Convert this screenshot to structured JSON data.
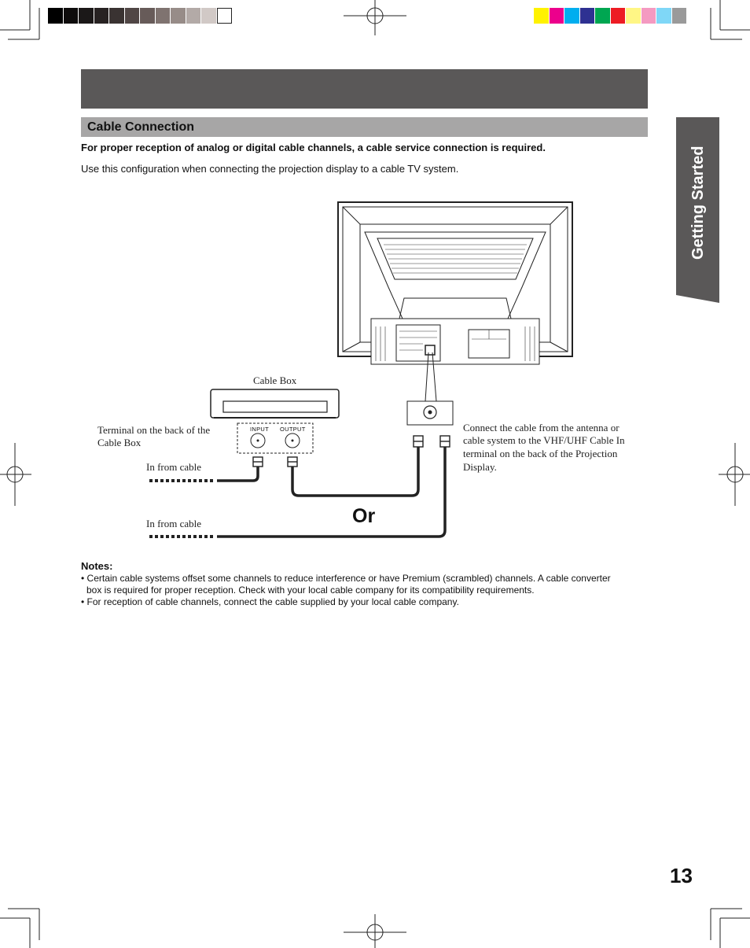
{
  "color_bar": {
    "gray_swatches": [
      "#000000",
      "#0e0c0c",
      "#1b1818",
      "#272222",
      "#3a3332",
      "#504645",
      "#675b59",
      "#7f7370",
      "#978c88",
      "#b3aaa7",
      "#d1c9c6",
      "#ffffff"
    ],
    "color_swatches": [
      "#fff200",
      "#ec008c",
      "#00aeef",
      "#2e3192",
      "#00a651",
      "#ed1c24",
      "#fff685",
      "#f49ac1",
      "#7fd7f7",
      "#9a9a9a"
    ]
  },
  "section": {
    "title": "Cable Connection"
  },
  "intro": {
    "lead": "For proper reception of analog or digital cable channels, a cable service connection is required.",
    "description": "Use this configuration when connecting the projection display to a cable TV system."
  },
  "side_tab": {
    "label": "Getting Started",
    "color": "#5a5858"
  },
  "diagram": {
    "cable_box_label": "Cable Box",
    "terminal_label_line1": "Terminal on the back of the",
    "terminal_label_line2": "Cable Box",
    "input_label": "INPUT",
    "output_label": "OUTPUT",
    "in_from_cable_1": "In from cable",
    "in_from_cable_2": "In from cable",
    "or_label": "Or",
    "connect_line1": "Connect the cable from the antenna or",
    "connect_line2": "cable system to the VHF/UHF Cable In",
    "connect_line3": "terminal on the back of the Projection",
    "connect_line4": "Display."
  },
  "notes": {
    "heading": "Notes:",
    "note1_line1": "• Certain cable systems offset some channels to reduce interference or have Premium (scrambled) channels. A cable converter",
    "note1_line2": "box is required for proper reception. Check with your local cable company for its compatibility requirements.",
    "note2": "• For reception of cable channels, connect the cable supplied by your local cable company."
  },
  "page_number": "13"
}
